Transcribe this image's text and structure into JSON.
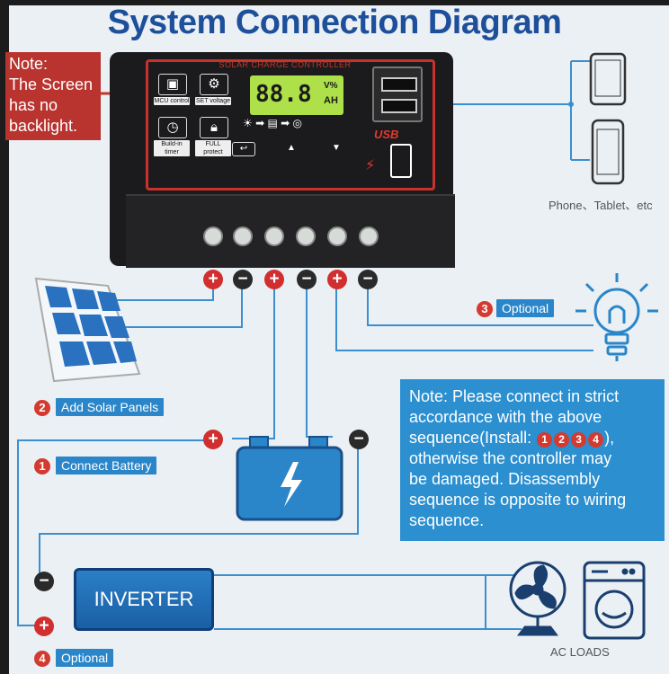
{
  "title": "System Connection Diagram",
  "note_screen": [
    "Note:",
    "The Screen",
    "has no",
    "backlight."
  ],
  "controller": {
    "label": "SOLAR CHARGE CONTROLLER",
    "lcd_digits": "88.8",
    "lcd_unit_top": "V%",
    "lcd_unit_bottom": "AH",
    "key_labels": [
      "MCU control",
      "SET voltage",
      "Build-in timer",
      "FULL protect"
    ],
    "usb_label": "USB"
  },
  "devices_label": "Phone、Tablet、etc",
  "steps": {
    "optional_load": {
      "num": "3",
      "label": "Optional"
    },
    "solar": {
      "num": "2",
      "label": "Add Solar Panels"
    },
    "battery": {
      "num": "1",
      "label": "Connect Battery"
    },
    "inverter": {
      "num": "4",
      "label": "Optional"
    }
  },
  "note_sequence": {
    "line1": "Note: Please connect in strict",
    "line2": "accordance with the above",
    "line3_pre": "sequence(Install:",
    "seq": [
      "1",
      "2",
      "3",
      "4"
    ],
    "line3_post": "),",
    "line4": "otherwise the controller may",
    "line5": "be damaged. Disassembly",
    "line6": "sequence is opposite to wiring",
    "line7": "sequence."
  },
  "inverter_label": "INVERTER",
  "ac_loads_label": "AC LOADS",
  "polarity": {
    "plus": "+",
    "minus": "−"
  },
  "colors": {
    "brand_blue": "#1e4f9b",
    "accent_red": "#d43a2f",
    "info_blue": "#2b8fd0"
  }
}
